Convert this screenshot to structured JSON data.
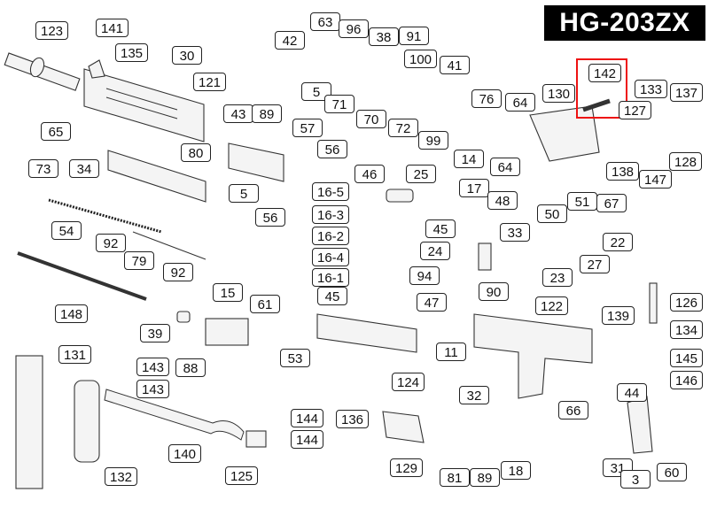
{
  "title": "HG-203ZX",
  "highlight_color": "#e11111",
  "highlighted_part": "142",
  "labels": [
    "123",
    "141",
    "135",
    "30",
    "121",
    "65",
    "43",
    "89",
    "80",
    "57",
    "56",
    "34",
    "5",
    "56",
    "73",
    "54",
    "92",
    "79",
    "92",
    "148",
    "63",
    "96",
    "38",
    "91",
    "42",
    "5",
    "71",
    "70",
    "100",
    "41",
    "72",
    "99",
    "76",
    "64",
    "14",
    "64",
    "46",
    "25",
    "16-5",
    "16-3",
    "16-2",
    "16-4",
    "16-1",
    "45",
    "47",
    "17",
    "48",
    "45",
    "24",
    "33",
    "94",
    "90",
    "15",
    "61",
    "39",
    "88",
    "53",
    "11",
    "131",
    "143",
    "143",
    "140",
    "132",
    "144",
    "144",
    "125",
    "124",
    "32",
    "136",
    "129",
    "81",
    "89",
    "18",
    "142",
    "130",
    "133",
    "137",
    "127",
    "128",
    "138",
    "147",
    "50",
    "51",
    "67",
    "22",
    "23",
    "27",
    "122",
    "139",
    "126",
    "134",
    "145",
    "146",
    "66",
    "44",
    "31",
    "3",
    "60"
  ]
}
